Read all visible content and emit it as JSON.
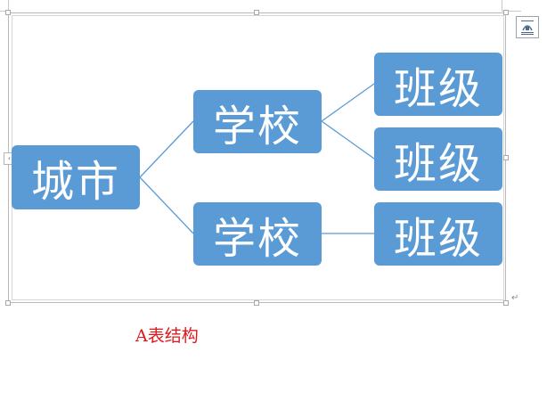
{
  "smartart": {
    "root": "城市",
    "schools": [
      {
        "label": "学校",
        "classes": [
          "班级",
          "班级"
        ]
      },
      {
        "label": "学校",
        "classes": [
          "班级"
        ]
      }
    ]
  },
  "caption": "A表结构",
  "icons": {
    "layout_options": "layout-options-icon",
    "collapse_pane": "chevron-left-icon",
    "paragraph_mark": "paragraph-mark-icon"
  },
  "colors": {
    "node_fill": "#5b9bd5",
    "node_text": "#ffffff",
    "connector": "#5b9bd5",
    "caption": "#e0181b"
  },
  "glyphs": {
    "collapse": "‹",
    "paragraph": "↵"
  }
}
